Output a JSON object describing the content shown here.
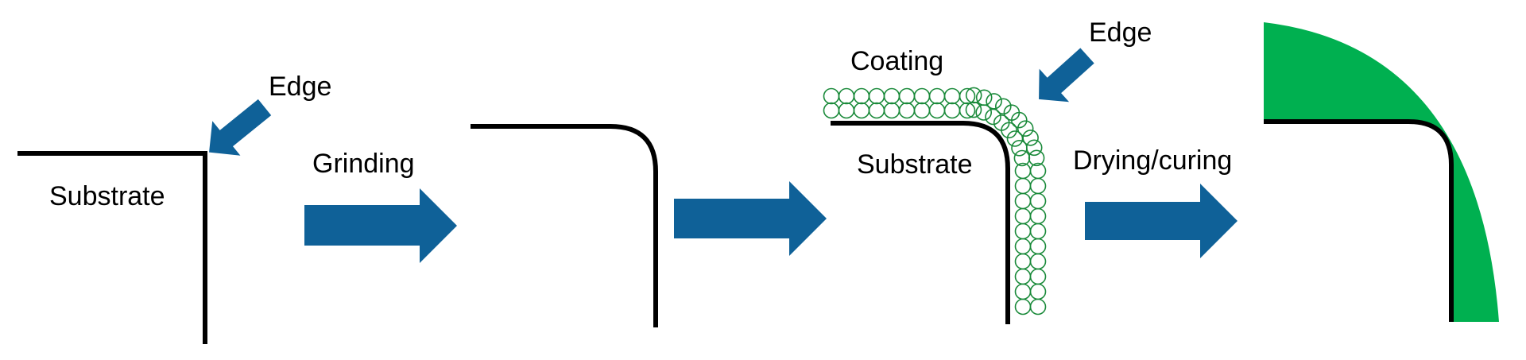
{
  "labels": {
    "stage1_edge": "Edge",
    "stage1_substrate": "Substrate",
    "arrow1": "Grinding",
    "stage3_coating": "Coating",
    "stage3_edge": "Edge",
    "stage3_substrate": "Substrate",
    "arrow3": "Drying/curing"
  },
  "colors": {
    "arrow": "#0f6198",
    "substrate": "#000000",
    "coating_particle": "#1a8a3a",
    "cured_coating": "#00b050"
  }
}
